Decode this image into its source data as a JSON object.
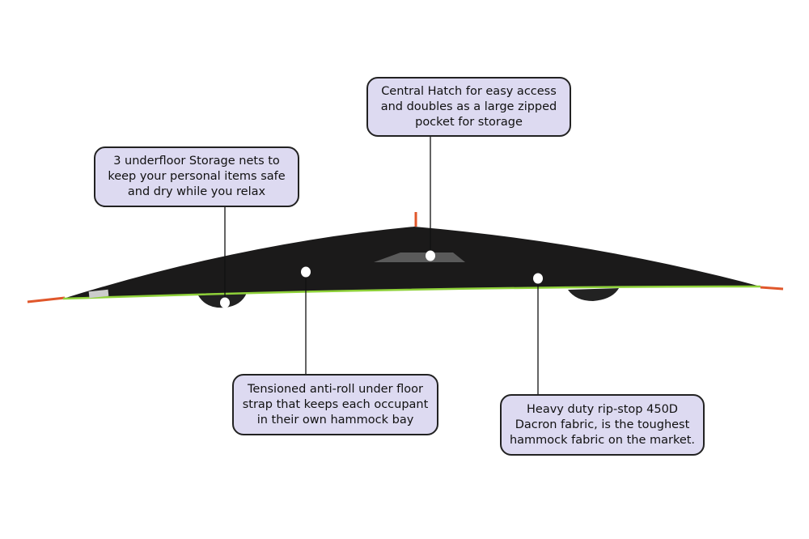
{
  "callouts": {
    "storage_nets": "3 underfloor Storage nets to keep your personal items safe and dry while you relax",
    "central_hatch": "Central Hatch for easy access and doubles as a large zipped pocket for storage",
    "anti_roll_strap": "Tensioned anti-roll under floor strap that keeps each occupant in their own hammock bay",
    "fabric": "Heavy duty rip-stop 450D Dacron fabric, is the toughest hammock fabric on the market."
  },
  "colors": {
    "callout_fill": "#dddaf1",
    "fabric": "#1b1a1a",
    "trim": "#8fd13a",
    "strap": "#e0572b"
  }
}
